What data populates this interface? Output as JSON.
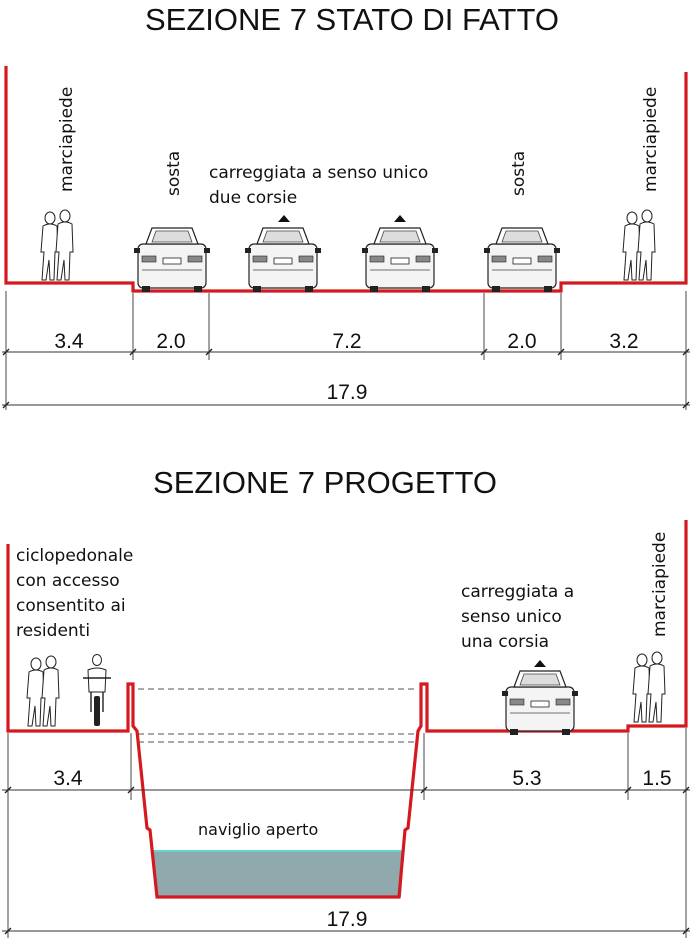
{
  "section_existing": {
    "title": "SEZIONE 7 STATO DI FATTO",
    "labels": {
      "sidewalk_left": "marciapiede",
      "parking_left": "sosta",
      "carriageway_line1": "carreggiata a senso unico",
      "carriageway_line2": "due corsie",
      "parking_right": "sosta",
      "sidewalk_right": "marciapiede"
    },
    "dimensions": [
      "3.4",
      "2.0",
      "7.2",
      "2.0",
      "3.2"
    ],
    "total": "17.9"
  },
  "section_project": {
    "title": "SEZIONE 7 PROGETTO",
    "labels": {
      "cyclepath_line1": "ciclopedonale",
      "cyclepath_line2": "con accesso",
      "cyclepath_line3": "consentito ai",
      "cyclepath_line4": "residenti",
      "carriageway_line1": "carreggiata a",
      "carriageway_line2": "senso unico",
      "carriageway_line3": "una corsia",
      "sidewalk_right": "marciapiede",
      "canal": "naviglio aperto"
    },
    "dimensions": [
      "3.4",
      "5.3",
      "1.5"
    ],
    "total": "17.9"
  },
  "colors": {
    "road_line": "#d41a20",
    "water": "#8fa9ad",
    "water_surface": "#5fd6d6"
  }
}
